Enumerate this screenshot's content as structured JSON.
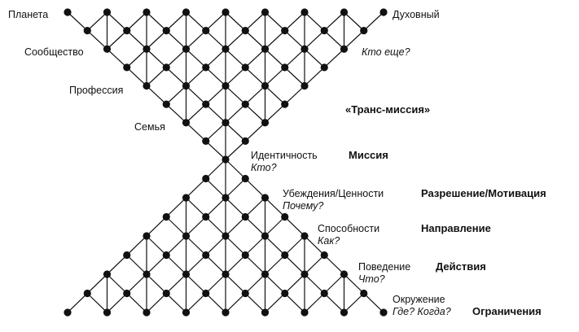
{
  "upper_left_labels": {
    "planet": "Планета",
    "community": "Сообщество",
    "profession": "Профессия",
    "family": "Семья"
  },
  "upper_right_labels": {
    "spiritual": "Духовный",
    "who_else": "Кто еще?",
    "transmission": "«Транс-миссия»"
  },
  "levels": [
    {
      "key": "identity",
      "label": "Идентичность",
      "question": "Кто?",
      "function": "Миссия"
    },
    {
      "key": "beliefs",
      "label": "Убеждения/Ценности",
      "question": "Почему?",
      "function": "Разрешение/Мотивация"
    },
    {
      "key": "capabilities",
      "label": "Способности",
      "question": "Как?",
      "function": "Направление"
    },
    {
      "key": "behavior",
      "label": "Поведение",
      "question": "Что?",
      "function": "Действия"
    },
    {
      "key": "environment",
      "label": "Окружение",
      "question": "Где? Когда?",
      "function": "Ограничения"
    }
  ]
}
